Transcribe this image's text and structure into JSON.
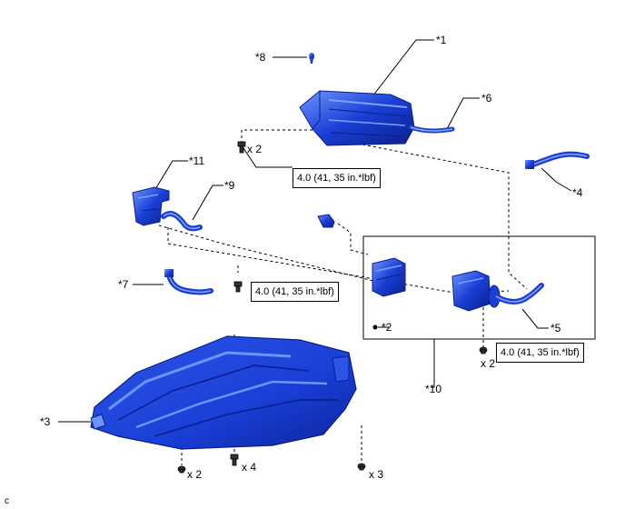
{
  "callouts": {
    "c1": "*1",
    "c2": "*2",
    "c3": "*3",
    "c4": "*4",
    "c5": "*5",
    "c6": "*6",
    "c7": "*7",
    "c8": "*8",
    "c9": "*9",
    "c10": "*10",
    "c11": "*11"
  },
  "quantities": {
    "q_bracket": "x 2",
    "q_sub": "x 2",
    "q_under_left": "x 2",
    "q_under_mid": "x 4",
    "q_under_right": "x 3"
  },
  "torques": {
    "t_canister": "4.0 (41, 35 in.*lbf)",
    "t_bracket": "4.0 (41, 35 in.*lbf)",
    "t_sub": "4.0 (41, 35 in.*lbf)"
  },
  "figure_code": "c",
  "colors": {
    "part_blue": "#1a3fd6",
    "part_dark": "#0a1f8a",
    "part_light": "#5f86ff",
    "line": "#000000"
  }
}
